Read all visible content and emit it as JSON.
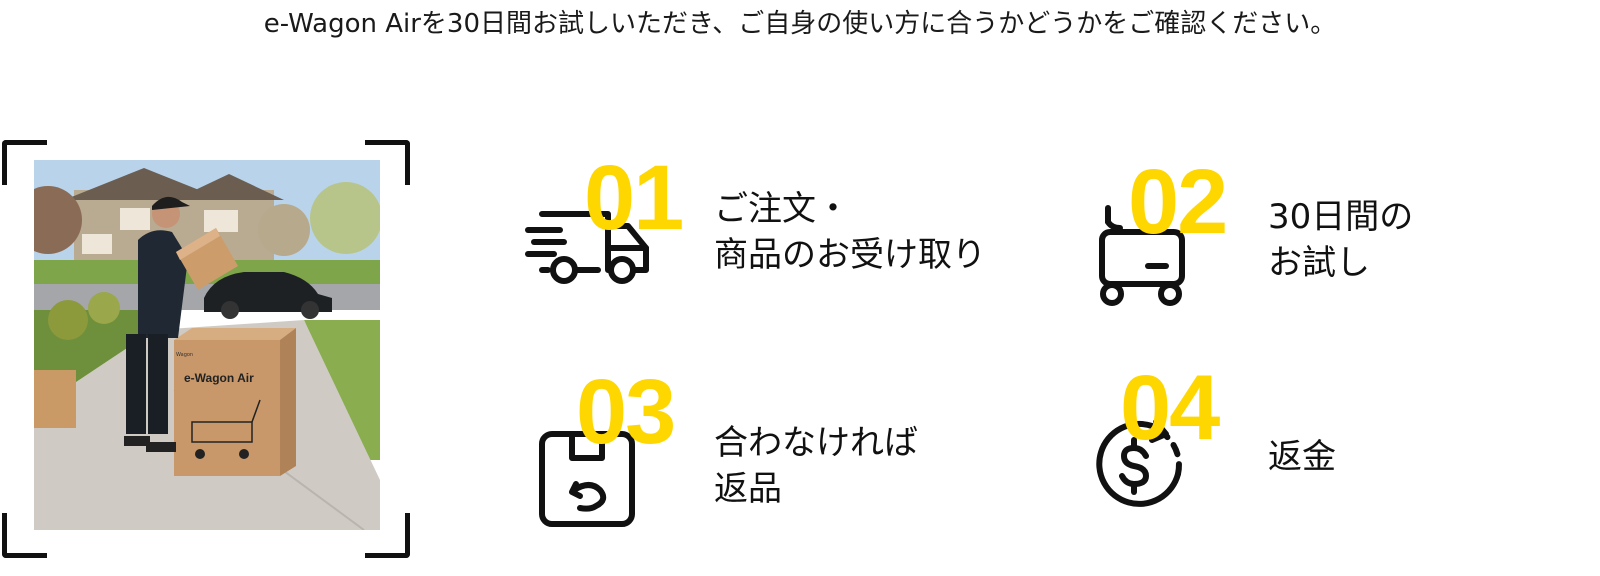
{
  "intro": "e-Wagon Airを30日間お試しいただき、ご自身の使い方に合うかどうかをご確認ください。",
  "photo": {
    "box_brand": "e-Wagon Air",
    "box_small_label": "Wagon"
  },
  "steps": [
    {
      "number": "01",
      "icon": "delivery-truck-icon",
      "lines": [
        "ご注文・",
        "商品のお受け取り"
      ]
    },
    {
      "number": "02",
      "icon": "wagon-cart-icon",
      "lines": [
        "30日間の",
        "お試し"
      ]
    },
    {
      "number": "03",
      "icon": "return-box-icon",
      "lines": [
        "合わなければ",
        "返品"
      ]
    },
    {
      "number": "04",
      "icon": "dollar-refund-icon",
      "lines": [
        "返金"
      ]
    }
  ],
  "colors": {
    "accent": "#ffd700",
    "text": "#111111"
  }
}
